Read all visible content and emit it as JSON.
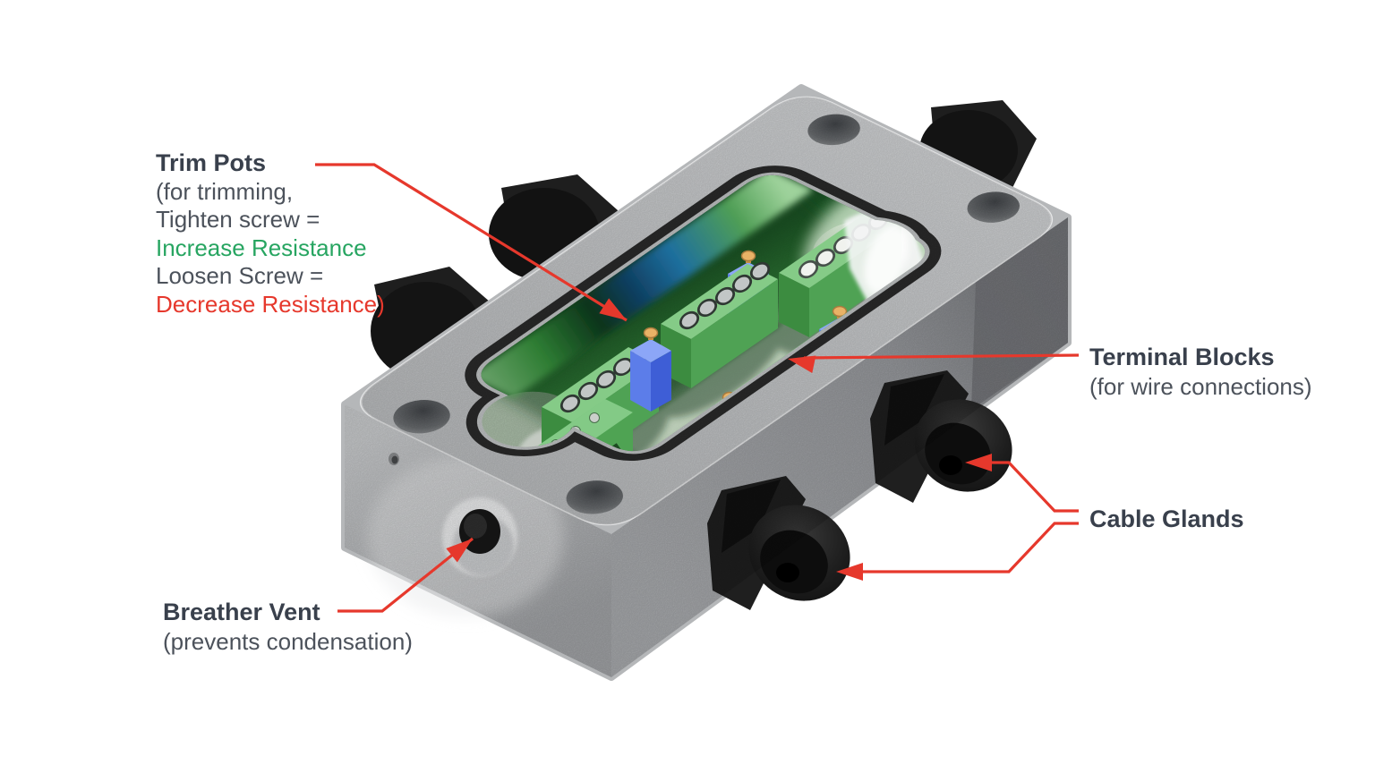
{
  "diagram": {
    "type": "annotated-3d-cutaway",
    "subject": "Junction box cutaway with labelled components"
  },
  "labels": {
    "trim_pots": {
      "title": "Trim Pots",
      "l1": "(for trimming,",
      "l2": "Tighten screw =",
      "l3": "Increase Resistance",
      "l4": "Loosen Screw =",
      "l5": "Decrease Resistance)"
    },
    "terminal_blocks": {
      "title": "Terminal Blocks",
      "subtitle": "(for wire connections)"
    },
    "cable_glands": {
      "title": "Cable Glands"
    },
    "breather_vent": {
      "title": "Breather Vent",
      "subtitle": "(prevents condensation)"
    }
  },
  "colors": {
    "leader_red": "#E6382C",
    "text_dark": "#39404C",
    "text_regular": "#4C525B",
    "highlight_green": "#27A561",
    "highlight_red": "#E6382C",
    "enclosure_grey": "#C7C9CB",
    "gasket_black": "#2B2B2B",
    "pcb_green": "#388F40",
    "terminal_green": "#55A759",
    "trimpot_blue": "#5E7FEA",
    "gold_screw": "#E9B266",
    "gland_black": "#161616"
  }
}
